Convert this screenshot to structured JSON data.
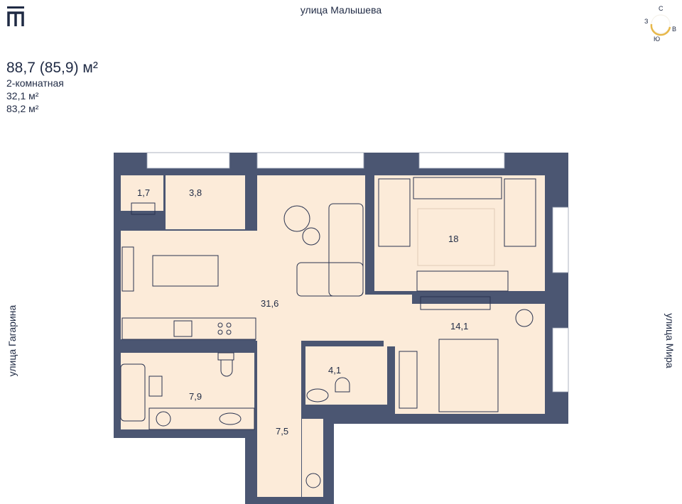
{
  "header": {
    "total_area": "88,7 (85,9) м²",
    "rooms_type": "2-комнатная",
    "living_area": "32,1 м²",
    "area_without_balcony": "83,2 м²"
  },
  "streets": {
    "top": "улица Малышева",
    "left": "улица Гагарина",
    "right": "улица Мира"
  },
  "compass": {
    "north": "С",
    "west": "З",
    "east": "В",
    "south": "Ю"
  },
  "rooms": {
    "closet": "1,7",
    "storage": "3,8",
    "living_kitchen": "31,6",
    "bedroom_kids": "18",
    "bedroom": "14,1",
    "bathroom": "7,9",
    "wc": "4,1",
    "hallway": "7,5"
  },
  "colors": {
    "wall": "#4b5672",
    "floor": "#fcebd9",
    "text": "#1f2a44",
    "compass_arc": "#e7b84a"
  }
}
